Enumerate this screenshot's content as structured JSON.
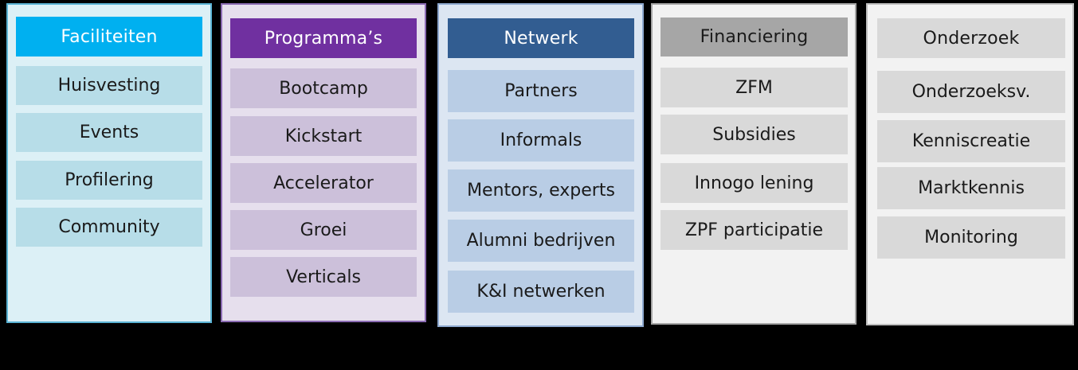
{
  "columns": [
    {
      "header": "Faciliteiten",
      "items": [
        "Huisvesting",
        "Events",
        "Profilering",
        "Community"
      ]
    },
    {
      "header": "Programma’s",
      "items": [
        "Bootcamp",
        "Kickstart",
        "Accelerator",
        "Groei",
        "Verticals"
      ]
    },
    {
      "header": "Netwerk",
      "items": [
        "Partners",
        "Informals",
        "Mentors, experts",
        "Alumni bedrijven",
        "K&I netwerken"
      ]
    },
    {
      "header": "Financiering",
      "items": [
        "ZFM",
        "Subsidies",
        "Innogo lening",
        "ZPF participatie"
      ]
    },
    {
      "header": "Onderzoek",
      "items": [
        "Onderzoeksv.",
        "Kenniscreatie",
        "Marktkennis",
        "Monitoring"
      ]
    }
  ],
  "colors": {
    "faciliteiten_header": "#00b0f0",
    "programmas_header": "#7030a0",
    "netwerk_header": "#325d91",
    "financiering_header": "#a6a6a6",
    "onderzoek_header": "#d9d9d9",
    "background": "#000000"
  }
}
